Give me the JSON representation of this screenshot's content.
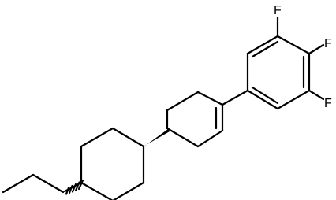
{
  "atoms": {
    "f_top": "F",
    "f_right": "F",
    "f_bottom": "F"
  },
  "colors": {
    "bond": "#000000",
    "background": "#ffffff"
  }
}
